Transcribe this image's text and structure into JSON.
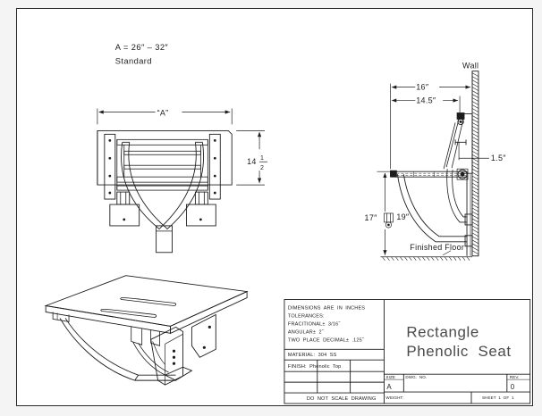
{
  "drawing": {
    "background": "#f4f4f4",
    "sheet_color": "#ffffff",
    "line_color": "#1d1d1d"
  },
  "notes": {
    "range_note_line1": "A = 26″ – 32″",
    "range_note_line2": "Standard"
  },
  "plan_view": {
    "width_dim_label": "“A”",
    "height_dim_whole": "14",
    "height_dim_num": "1",
    "height_dim_den": "2"
  },
  "side_view": {
    "wall_label": "Wall",
    "floor_label": "Finished Floor",
    "dim_top": "16″",
    "dim_second": "14.5″",
    "dim_right": "1.5″",
    "dim_left": "17″",
    "dim_mid": "19″"
  },
  "title_block": {
    "tolerance_lines": [
      "DIMENSIONS  ARE  IN  INCHES",
      "TOLERANCES:",
      "FRACITIONAL±  3/16˝",
      "ANGULAR±  2˝",
      "TWO  PLACE  DECIMAL±  .125˝"
    ],
    "material_label": "MATERIAL:  304  SS",
    "finish_label": "FINISH:  Phenolic  Top",
    "do_not_scale": "DO  NOT  SCALE  DRAWING",
    "part_title_line1": "Rectangle",
    "part_title_line2": "Phenolic  Seat",
    "size_header": "SIZE",
    "size_value": "A",
    "dwg_no_header": "DWG.  NO.",
    "dwg_no_value": "",
    "rev_header": "REV.",
    "rev_value": "0",
    "weight_header": "WEIGHT:",
    "sheet_label": "SHEET  1  OF  1"
  }
}
